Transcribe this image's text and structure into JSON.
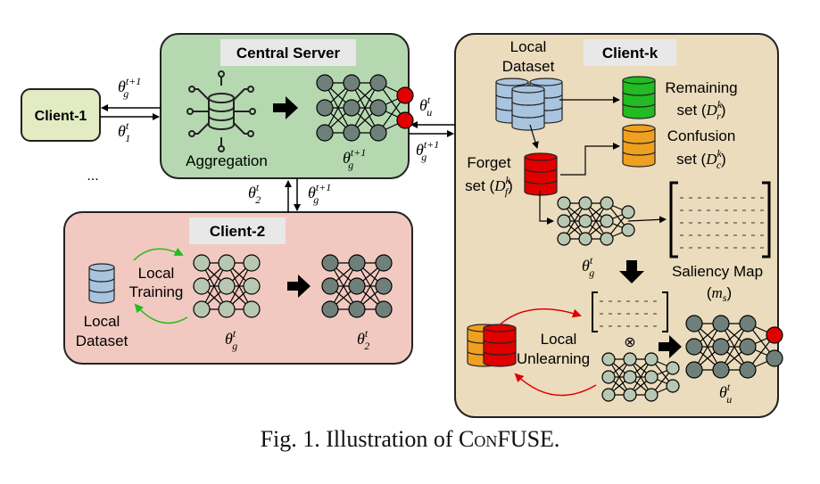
{
  "central_server": {
    "title": "Central Server",
    "aggregation_label": "Aggregation",
    "model_label": {
      "base": "θ",
      "sup": "t+1",
      "sub": "g"
    }
  },
  "client1": {
    "title": "Client-1",
    "down_label": {
      "base": "θ",
      "sup": "t+1",
      "sub": "g"
    },
    "up_label": {
      "base": "θ",
      "sup": "t",
      "sub": "1"
    }
  },
  "ellipsis": "...",
  "client2": {
    "title": "Client-2",
    "local_training": [
      "Local",
      "Training"
    ],
    "local_dataset": [
      "Local",
      "Dataset"
    ],
    "global_label": {
      "base": "θ",
      "sup": "t",
      "sub": "g"
    },
    "local_label": {
      "base": "θ",
      "sup": "t",
      "sub": "2"
    },
    "up_label": {
      "base": "θ",
      "sup": "t",
      "sub": "2"
    },
    "down_label": {
      "base": "θ",
      "sup": "t+1",
      "sub": "g"
    }
  },
  "clientk": {
    "title": "Client-k",
    "local_dataset": [
      "Local",
      "Dataset"
    ],
    "remaining": [
      "Remaining",
      "set (",
      "D",
      "k",
      "r",
      ")"
    ],
    "confusion": [
      "Confusion",
      "set (",
      "D",
      "k",
      "c",
      ")"
    ],
    "forget": [
      "Forget",
      "set (",
      "D",
      "k",
      "f",
      ")"
    ],
    "saliency": [
      "Saliency Map",
      "(",
      "m",
      "s",
      ")"
    ],
    "local_unlearning": [
      "Local",
      "Unlearning"
    ],
    "global_label": {
      "base": "θ",
      "sup": "t",
      "sub": "g"
    },
    "unlearned_label": {
      "base": "θ",
      "sup": "t",
      "sub": "u"
    },
    "up_label": {
      "base": "θ",
      "sup": "t",
      "sub": "u"
    },
    "down_label": {
      "base": "θ",
      "sup": "t+1",
      "sub": "g"
    },
    "multiply_symbol": "⊗"
  },
  "caption": {
    "prefix": "Fig. 1.  Illustration of ",
    "name": "ConFUSE",
    "suffix": "."
  },
  "colors": {
    "server_fill": "#b5d8b0",
    "client1_fill": "#e3ebc3",
    "client2_fill": "#f2c9c0",
    "clientk_fill": "#ebdcbd",
    "title_tag": "#e8e8e8",
    "node": "#b7c7b2",
    "node_dark": "#6f7f7a",
    "red": "#e00000",
    "green": "#22bb22",
    "orange": "#f0a020",
    "db_blue": "#a9c4de"
  }
}
